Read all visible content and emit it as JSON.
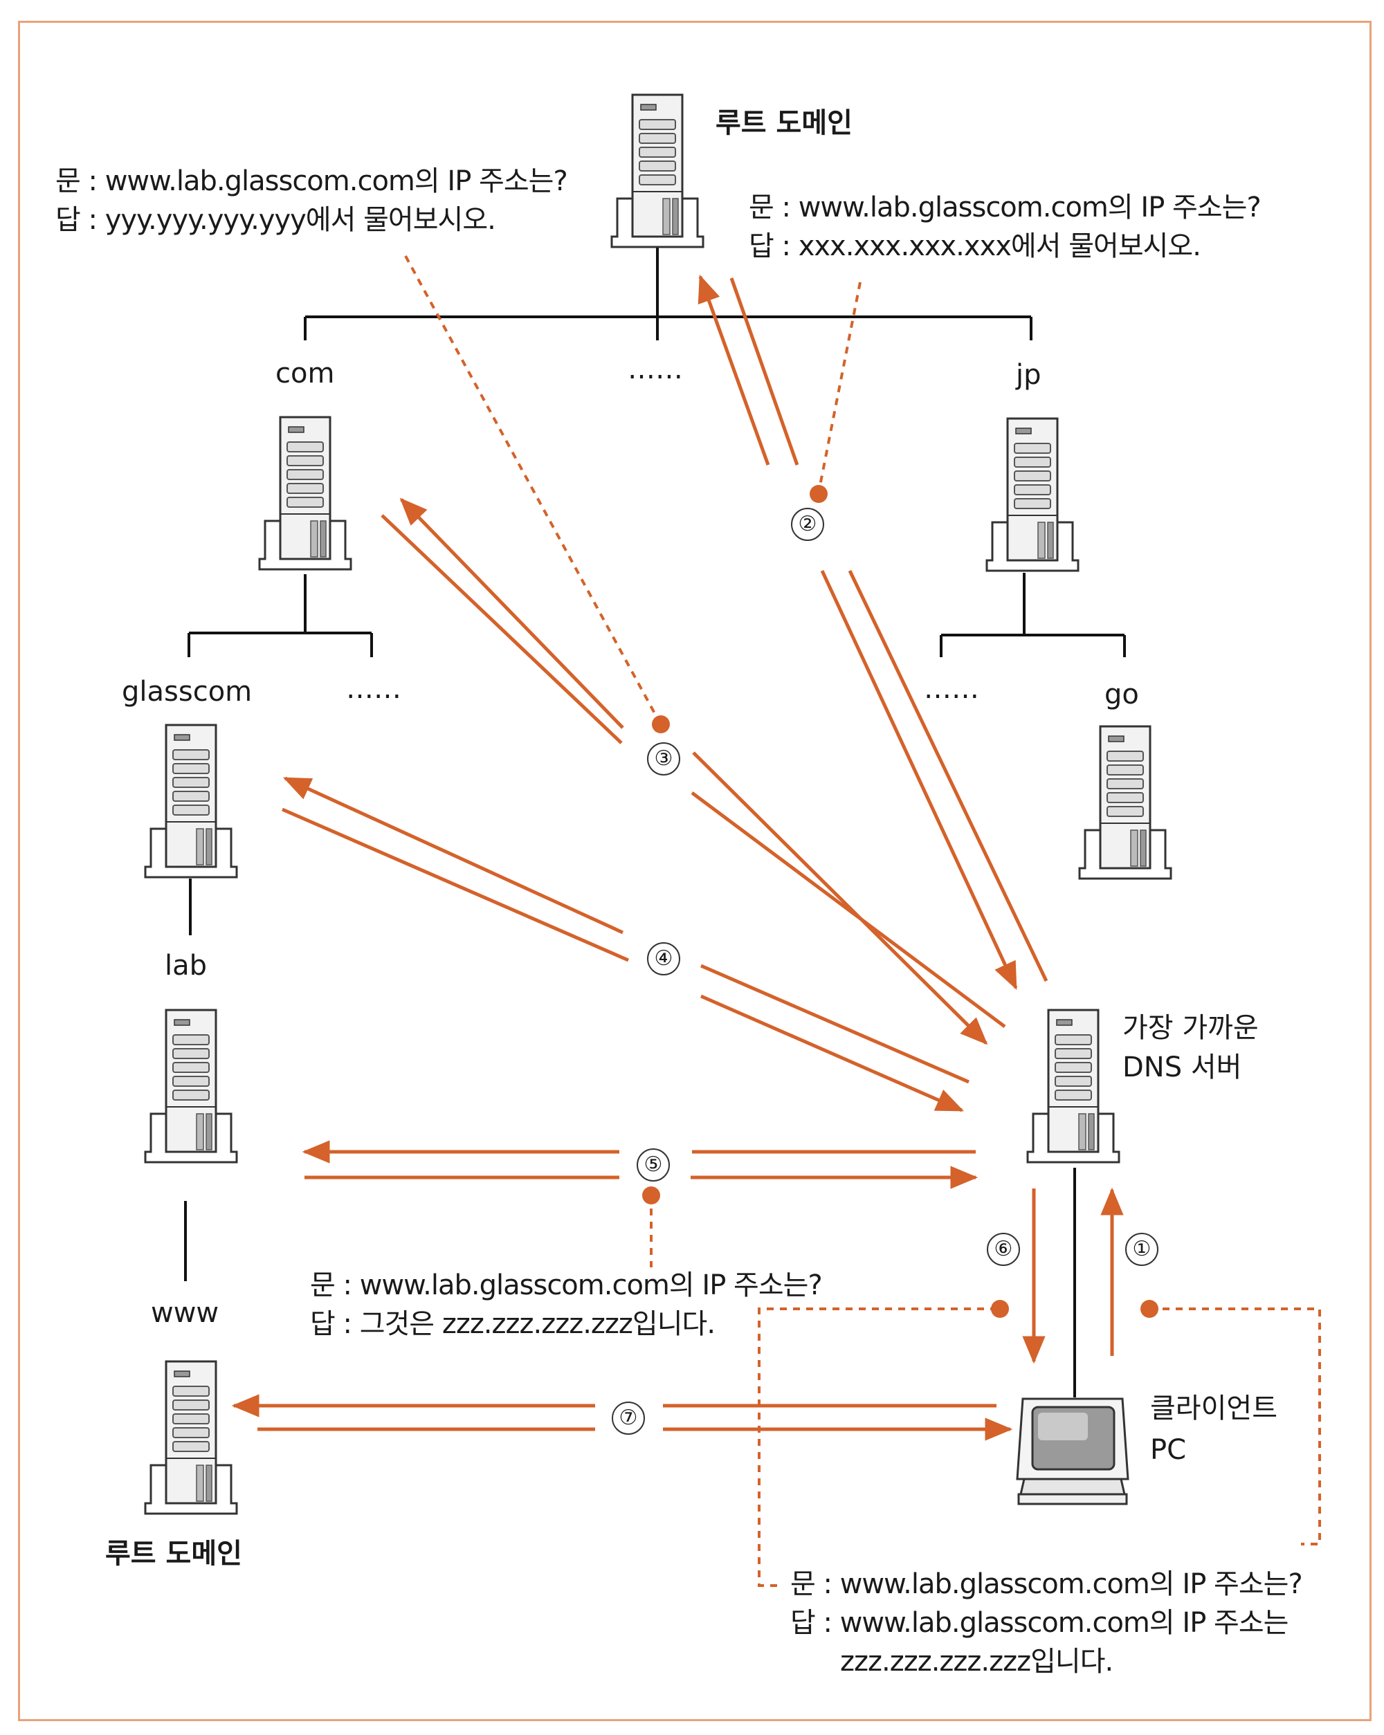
{
  "nodes": {
    "root_top": "루트 도메인",
    "com": "com",
    "top_dots": "……",
    "jp": "jp",
    "glasscom": "glasscom",
    "com_dots": "……",
    "jp_dots": "……",
    "go": "go",
    "lab": "lab",
    "www": "www",
    "root_bottom": "루트 도메인",
    "nearest_dns_line1": "가장 가까운",
    "nearest_dns_line2": "DNS 서버",
    "client_line1": "클라이언트",
    "client_line2": "PC"
  },
  "steps": [
    "①",
    "②",
    "③",
    "④",
    "⑤",
    "⑥",
    "⑦"
  ],
  "notes": {
    "com_answer": {
      "q": "문 : www.lab.glasscom.com의 IP 주소는?",
      "a": "답 : yyy.yyy.yyy.yyy에서 물어보시오."
    },
    "root_answer": {
      "q": "문 : www.lab.glasscom.com의 IP 주소는?",
      "a": "답 : xxx.xxx.xxx.xxx에서 물어보시오."
    },
    "lab_answer": {
      "q": "문 : www.lab.glasscom.com의 IP 주소는?",
      "a": "답 : 그것은 zzz.zzz.zzz.zzz입니다."
    },
    "client_answer": {
      "q": "문 : www.lab.glasscom.com의 IP 주소는?",
      "a1": "답 : www.lab.glasscom.com의 IP 주소는",
      "a2": "zzz.zzz.zzz.zzz입니다."
    }
  },
  "colors": {
    "arrow": "#d4622a",
    "tree_line": "#111111",
    "frame": "#e9a27a"
  }
}
